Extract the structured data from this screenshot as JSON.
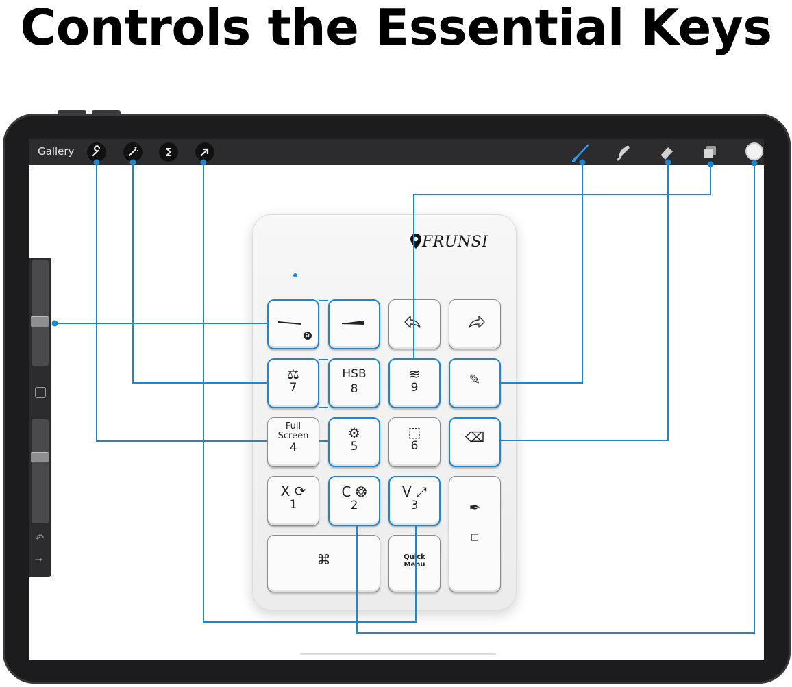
{
  "headline": "Controls the Essential Keys",
  "toolbar": {
    "gallery_label": "Gallery",
    "left_tools": [
      "wrench-icon",
      "magic-wand-icon",
      "selection-s-icon",
      "transform-arrow-icon"
    ],
    "right_tools": [
      "brush-icon",
      "smudge-icon",
      "eraser-icon",
      "layers-icon",
      "color-swatch"
    ]
  },
  "keypad": {
    "brand": "FRUNSI",
    "keys": [
      {
        "id": "brush-size-decrease",
        "lines": []
      },
      {
        "id": "brush-size-increase",
        "lines": []
      },
      {
        "id": "undo",
        "lines": []
      },
      {
        "id": "redo",
        "lines": []
      },
      {
        "id": "key-7",
        "lines": [
          "⚖",
          "7"
        ]
      },
      {
        "id": "key-8",
        "lines": [
          "HSB",
          "8"
        ]
      },
      {
        "id": "key-9",
        "lines": [
          "≋",
          "9"
        ]
      },
      {
        "id": "brush",
        "lines": [
          "✎"
        ]
      },
      {
        "id": "key-4",
        "lines": [
          "Full",
          "Screen",
          "4"
        ]
      },
      {
        "id": "key-5",
        "lines": [
          "⚙",
          "5"
        ]
      },
      {
        "id": "key-6",
        "lines": [
          "⬚",
          "6"
        ]
      },
      {
        "id": "eraser",
        "lines": [
          "⌫"
        ]
      },
      {
        "id": "key-1",
        "lines": [
          "X ⟳",
          "1"
        ]
      },
      {
        "id": "key-2",
        "lines": [
          "C ❂",
          "2"
        ]
      },
      {
        "id": "key-3",
        "lines": [
          "V ⤢",
          "3"
        ]
      },
      {
        "id": "eyedropper",
        "lines": [
          "✒",
          "□"
        ]
      },
      {
        "id": "command",
        "lines": [
          "⌘"
        ]
      },
      {
        "id": "quick-menu",
        "lines": [
          "Quick",
          "Menu"
        ]
      }
    ]
  },
  "accent_color": "#1c86d0"
}
